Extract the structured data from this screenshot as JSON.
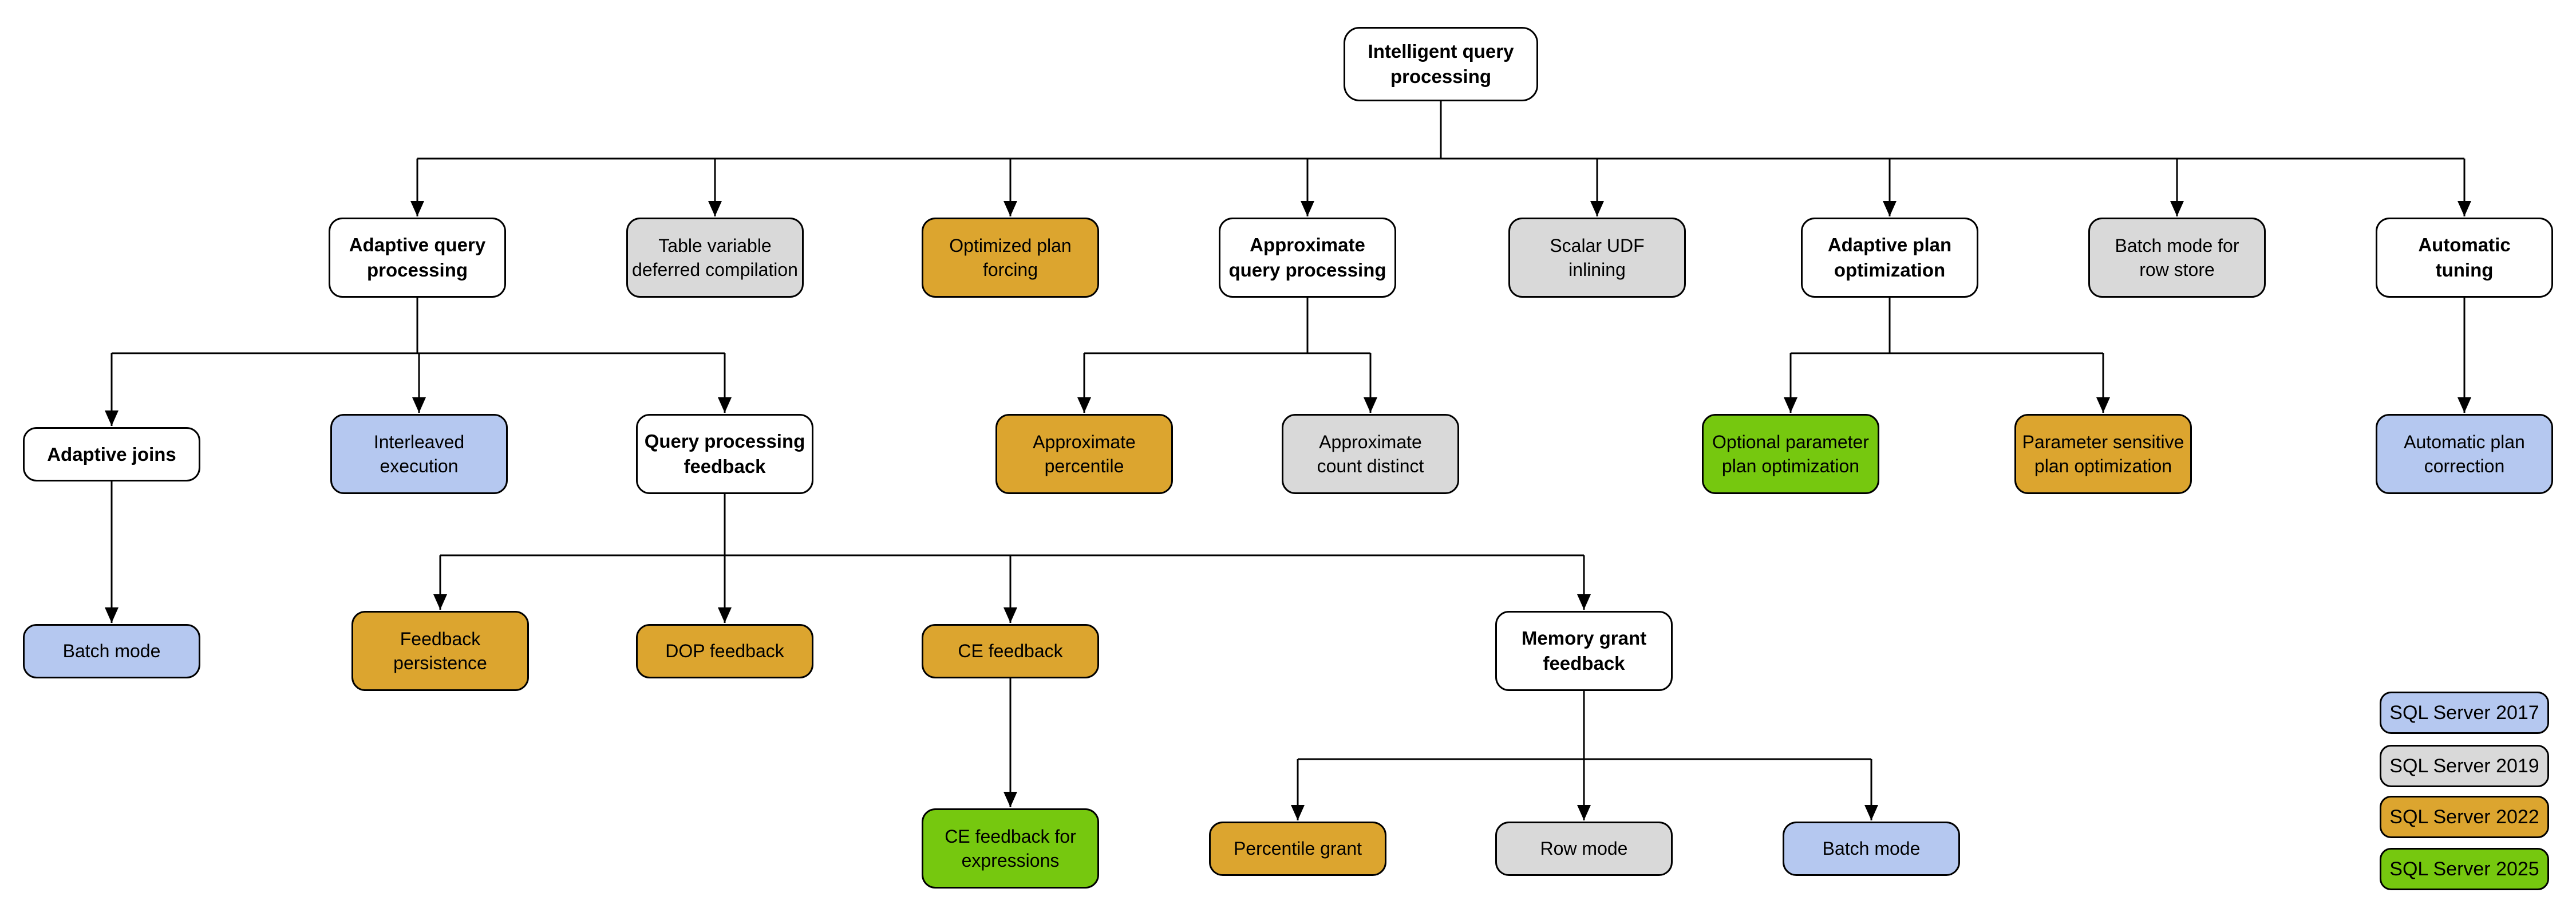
{
  "palette": {
    "category": "#FFFFFF",
    "v2017": "#B5C8F0",
    "v2019": "#D9D9D9",
    "v2022": "#DCA52F",
    "v2025": "#76C80F",
    "border": "#000000",
    "connector": "#000000"
  },
  "nodes": {
    "intelligent_query_processing": {
      "label": "Intelligent query\nprocessing",
      "version": "category"
    },
    "adaptive_query_processing": {
      "label": "Adaptive query\nprocessing",
      "version": "category"
    },
    "table_variable_deferred_compilation": {
      "label": "Table variable\ndeferred compilation",
      "version": "v2019"
    },
    "optimized_plan_forcing": {
      "label": "Optimized plan\nforcing",
      "version": "v2022"
    },
    "approximate_query_processing": {
      "label": "Approximate\nquery processing",
      "version": "category"
    },
    "scalar_udf_inlining": {
      "label": "Scalar UDF\ninlining",
      "version": "v2019"
    },
    "adaptive_plan_optimization": {
      "label": "Adaptive plan\noptimization",
      "version": "category"
    },
    "batch_mode_for_row_store": {
      "label": "Batch mode for\nrow store",
      "version": "v2019"
    },
    "automatic_tuning": {
      "label": "Automatic\ntuning",
      "version": "category"
    },
    "adaptive_joins": {
      "label": "Adaptive joins",
      "version": "category"
    },
    "interleaved_execution": {
      "label": "Interleaved\nexecution",
      "version": "v2017"
    },
    "query_processing_feedback": {
      "label": "Query processing\nfeedback",
      "version": "category"
    },
    "approximate_percentile": {
      "label": "Approximate\npercentile",
      "version": "v2022"
    },
    "approximate_count_distinct": {
      "label": "Approximate\ncount distinct",
      "version": "v2019"
    },
    "optional_parameter_plan_optimization": {
      "label": "Optional parameter\nplan optimization",
      "version": "v2025"
    },
    "parameter_sensitive_plan_optimization": {
      "label": "Parameter sensitive\nplan optimization",
      "version": "v2022"
    },
    "automatic_plan_correction": {
      "label": "Automatic plan\ncorrection",
      "version": "v2017"
    },
    "batch_mode_adaptive_joins": {
      "label": "Batch mode",
      "version": "v2017"
    },
    "feedback_persistence": {
      "label": "Feedback\npersistence",
      "version": "v2022"
    },
    "dop_feedback": {
      "label": "DOP feedback",
      "version": "v2022"
    },
    "ce_feedback": {
      "label": "CE feedback",
      "version": "v2022"
    },
    "memory_grant_feedback": {
      "label": "Memory grant\nfeedback",
      "version": "category"
    },
    "ce_feedback_for_expressions": {
      "label": "CE feedback for\nexpressions",
      "version": "v2025"
    },
    "percentile_grant": {
      "label": "Percentile grant",
      "version": "v2022"
    },
    "row_mode": {
      "label": "Row mode",
      "version": "v2019"
    },
    "batch_mode_memory_grant": {
      "label": "Batch mode",
      "version": "v2017"
    }
  },
  "edges": [
    [
      "intelligent_query_processing",
      "adaptive_query_processing"
    ],
    [
      "intelligent_query_processing",
      "table_variable_deferred_compilation"
    ],
    [
      "intelligent_query_processing",
      "optimized_plan_forcing"
    ],
    [
      "intelligent_query_processing",
      "approximate_query_processing"
    ],
    [
      "intelligent_query_processing",
      "scalar_udf_inlining"
    ],
    [
      "intelligent_query_processing",
      "adaptive_plan_optimization"
    ],
    [
      "intelligent_query_processing",
      "batch_mode_for_row_store"
    ],
    [
      "intelligent_query_processing",
      "automatic_tuning"
    ],
    [
      "adaptive_query_processing",
      "adaptive_joins"
    ],
    [
      "adaptive_query_processing",
      "interleaved_execution"
    ],
    [
      "adaptive_query_processing",
      "query_processing_feedback"
    ],
    [
      "approximate_query_processing",
      "approximate_percentile"
    ],
    [
      "approximate_query_processing",
      "approximate_count_distinct"
    ],
    [
      "adaptive_plan_optimization",
      "optional_parameter_plan_optimization"
    ],
    [
      "adaptive_plan_optimization",
      "parameter_sensitive_plan_optimization"
    ],
    [
      "automatic_tuning",
      "automatic_plan_correction"
    ],
    [
      "adaptive_joins",
      "batch_mode_adaptive_joins"
    ],
    [
      "query_processing_feedback",
      "feedback_persistence"
    ],
    [
      "query_processing_feedback",
      "dop_feedback"
    ],
    [
      "query_processing_feedback",
      "ce_feedback"
    ],
    [
      "query_processing_feedback",
      "memory_grant_feedback"
    ],
    [
      "ce_feedback",
      "ce_feedback_for_expressions"
    ],
    [
      "memory_grant_feedback",
      "percentile_grant"
    ],
    [
      "memory_grant_feedback",
      "row_mode"
    ],
    [
      "memory_grant_feedback",
      "batch_mode_memory_grant"
    ]
  ],
  "legend": {
    "items": [
      {
        "label": "SQL Server 2017",
        "version": "v2017"
      },
      {
        "label": "SQL Server 2019",
        "version": "v2019"
      },
      {
        "label": "SQL Server 2022",
        "version": "v2022"
      },
      {
        "label": "SQL Server 2025",
        "version": "v2025"
      }
    ]
  }
}
